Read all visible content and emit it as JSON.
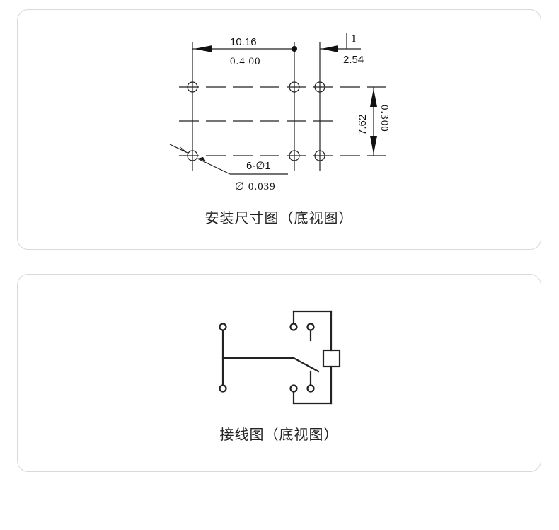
{
  "mounting_diagram": {
    "caption": "安装尺寸图（底视图）",
    "labels": {
      "pitch_mm": "10.16",
      "pitch_in": "0.4 00",
      "small_pitch_top": "1",
      "small_pitch_mm": "2.54",
      "row_pitch_mm": "7.62",
      "row_pitch_in": "0.300",
      "hole_spec": "6-∅1",
      "hole_dia_in": "∅ 0.039"
    }
  },
  "wiring_diagram": {
    "caption": "接线图（底视图）"
  }
}
